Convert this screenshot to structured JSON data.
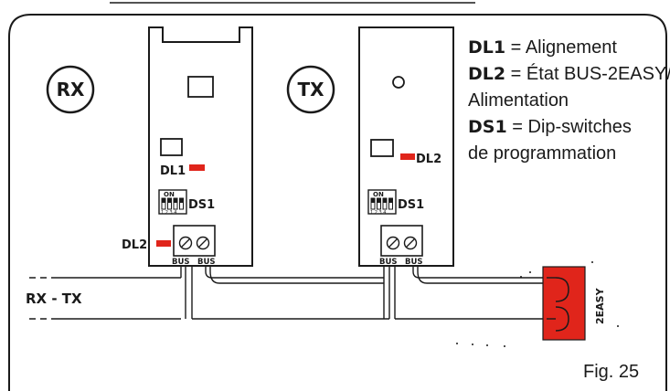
{
  "diagram": {
    "rx_label": "RX",
    "tx_label": "TX",
    "rx_tx_label": "RX - TX",
    "rx_dl1": "DL1",
    "rx_dl2": "DL2",
    "rx_ds1": "DS1",
    "tx_dl2": "DL2",
    "tx_ds1": "DS1",
    "dip_on": "ON",
    "dip_numbers": "1 2 3 4",
    "bus_label": "BUS",
    "easy_label": "2EASY",
    "colors": {
      "line": "#1a1a1a",
      "led": "#e0251b",
      "connector": "#e0251b"
    }
  },
  "legend": {
    "dl1_key": "DL1",
    "dl1_eq": "=",
    "dl1_text": "Alignement",
    "dl2_key": "DL2",
    "dl2_eq": "=",
    "dl2_text": "État BUS-2EASY/",
    "dl2_text2": "Alimentation",
    "ds1_key": "DS1",
    "ds1_eq": "=",
    "ds1_text": "Dip-switches",
    "ds1_text2": "de programmation"
  },
  "figure_label": "Fig. 25"
}
